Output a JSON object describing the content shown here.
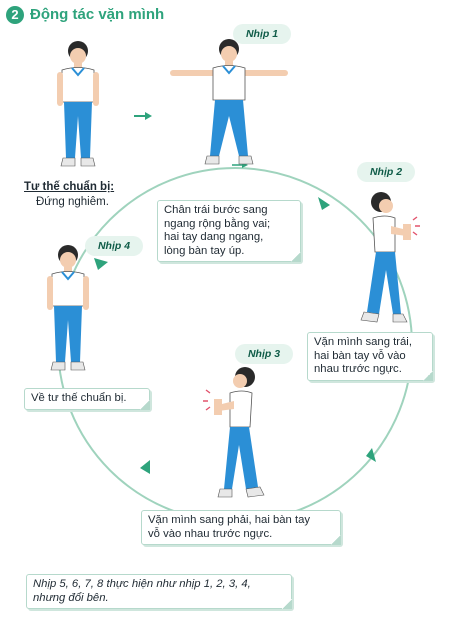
{
  "section": {
    "number": "2",
    "title": "Động tác vặn mình"
  },
  "beats": {
    "b1": "Nhịp 1",
    "b2": "Nhịp 2",
    "b3": "Nhịp 3",
    "b4": "Nhịp 4"
  },
  "start": {
    "heading": "Tư thế chuẩn bị:",
    "body": "Đứng nghiêm."
  },
  "notes": {
    "n1_line1": "Chân trái bước sang",
    "n1_line2": "ngang rộng bằng vai;",
    "n1_line3": "hai tay dang ngang,",
    "n1_line4": "lòng bàn tay úp.",
    "n2_line1": "Vặn mình sang trái,",
    "n2_line2": "hai bàn tay vỗ vào",
    "n2_line3": "nhau trước ngực.",
    "n3_line1": "Vặn mình sang phải, hai bàn tay",
    "n3_line2": "vỗ vào nhau trước ngực.",
    "n4": "Về tư thế chuẩn bị.",
    "footer_line1": "Nhịp 5, 6, 7, 8 thực hiện như nhịp 1, 2, 3, 4,",
    "footer_line2": "nhưng đổi bên."
  },
  "colors": {
    "accent": "#2ea37c",
    "circle": "#9fd3bd",
    "shirt": "#ffffff",
    "pants": "#2b8fd6",
    "collar": "#2b8fd6",
    "hair": "#2a2a2a",
    "skin": "#f3cdb0"
  }
}
